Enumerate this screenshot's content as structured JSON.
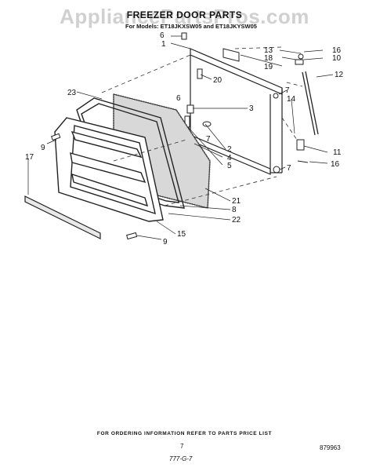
{
  "watermark": "AppliancePartsPros.com",
  "title": "FREEZER DOOR PARTS",
  "models": "For Models: ET18JKXSW05 and ET18JKYSW05",
  "footer_note": "FOR ORDERING INFORMATION REFER TO PARTS PRICE LIST",
  "page_number": "7",
  "document_number": "879963",
  "revision_code": "777-G-7",
  "callouts": [
    "1",
    "2",
    "3",
    "4",
    "5",
    "6",
    "6",
    "7",
    "7",
    "7",
    "8",
    "9",
    "9",
    "10",
    "11",
    "12",
    "13",
    "14",
    "15",
    "16",
    "16",
    "17",
    "18",
    "19",
    "20",
    "21",
    "22",
    "23"
  ]
}
